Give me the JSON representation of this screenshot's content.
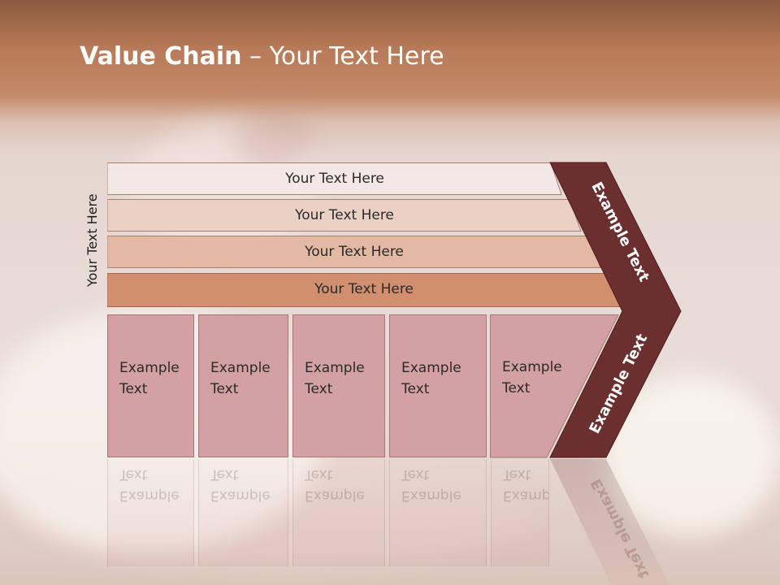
{
  "title": {
    "bold": "Value Chain",
    "rest": " – Your Text Here"
  },
  "side_label": "Your Text Here",
  "rows": [
    {
      "label": "Your Text Here",
      "color": "#f3e8e5"
    },
    {
      "label": "Your Text Here",
      "color": "#ebd0c6"
    },
    {
      "label": "Your Text Here",
      "color": "#e3b9a4"
    },
    {
      "label": "Your Text Here",
      "color": "#d18f6f"
    }
  ],
  "columns": [
    {
      "line1": "Example",
      "line2": "Text"
    },
    {
      "line1": "Example",
      "line2": "Text"
    },
    {
      "line1": "Example",
      "line2": "Text"
    },
    {
      "line1": "Example",
      "line2": "Text"
    },
    {
      "line1": "Example",
      "line2": "Text"
    }
  ],
  "chevron": {
    "upper": "Example Text",
    "lower": "Example Text",
    "color": "#6b2f2f"
  }
}
